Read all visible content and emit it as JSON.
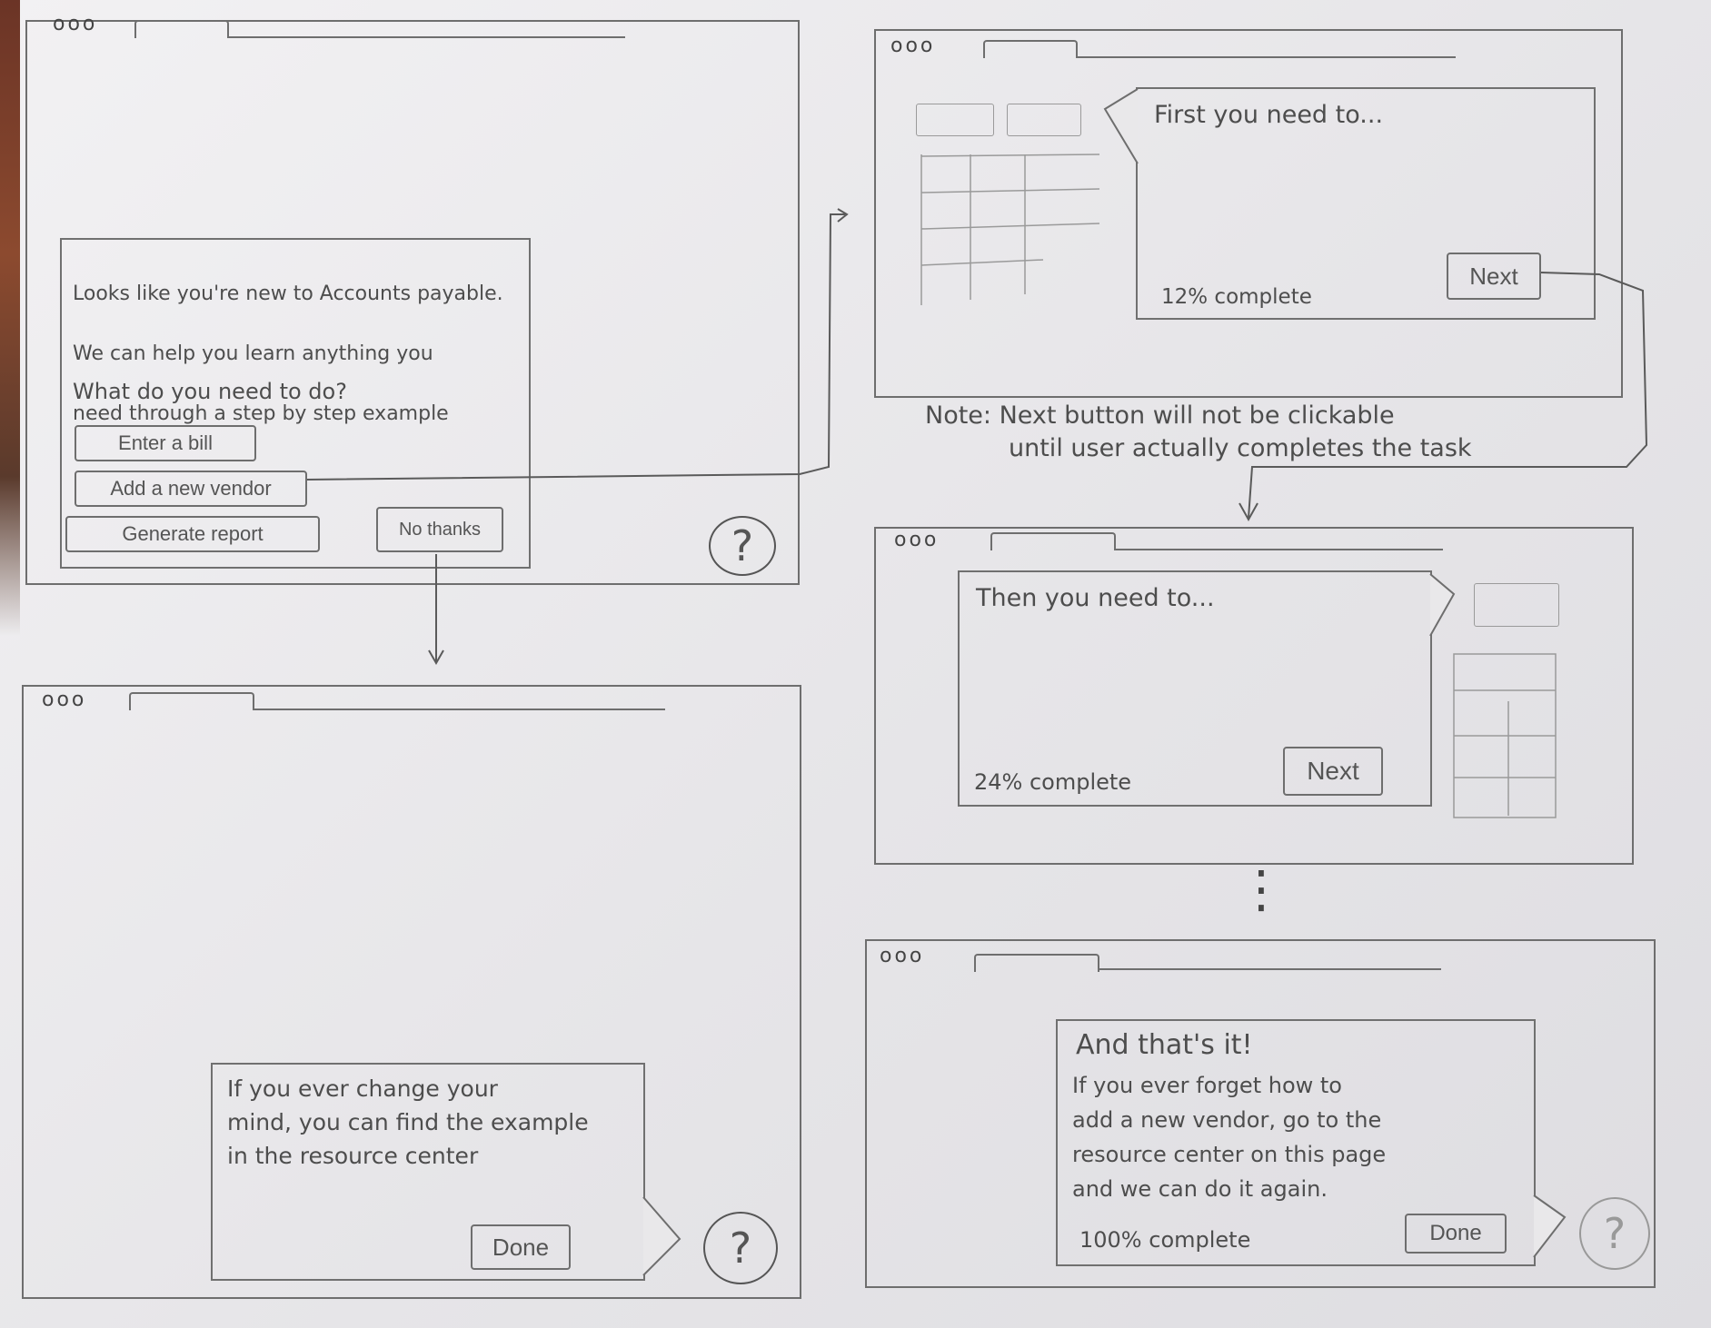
{
  "panels": {
    "welcome": {
      "dots_label": "ooo",
      "message_lines": [
        "Looks like you're new to Accounts payable.",
        "We can help you learn anything you",
        "need through a step by step example"
      ],
      "question": "What do you need to do?",
      "options": [
        "Enter a bill",
        "Add a new vendor",
        "Generate report"
      ],
      "dismiss_label": "No thanks",
      "help_icon": "?"
    },
    "step_first": {
      "dots_label": "ooo",
      "heading": "First you need to...",
      "progress": "12% complete",
      "next_label": "Next"
    },
    "step_then": {
      "dots_label": "ooo",
      "heading": "Then you need to...",
      "progress": "24% complete",
      "next_label": "Next"
    },
    "declined": {
      "dots_label": "ooo",
      "message": "If you ever change your\nmind, you can find the example\nin the resource center",
      "done_label": "Done",
      "help_icon": "?"
    },
    "finished": {
      "dots_label": "ooo",
      "title": "And that's it!",
      "message": "If you ever forget how to\nadd a new vendor, go to the\nresource center on this page\nand we can do it again.",
      "progress": "100% complete",
      "done_label": "Done",
      "help_icon": "?"
    }
  },
  "note": {
    "line1": "Note: Next button will not be clickable",
    "line2": "until user actually completes the task"
  },
  "continuation_marker": "⋮",
  "icons": {
    "help": "question-mark-circle-icon",
    "window_controls": "window-dots-icon"
  },
  "colors": {
    "paper": "#e9e8ea",
    "pencil": "#4a4a4a"
  }
}
